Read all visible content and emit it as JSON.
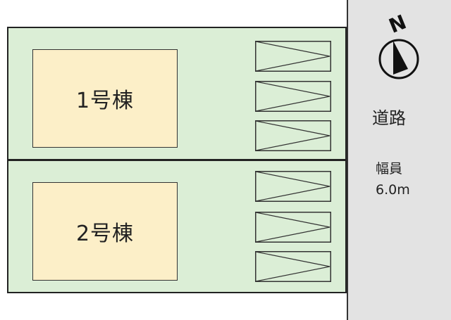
{
  "lots": [
    {
      "building_label": "1号棟",
      "parking_spaces": 3
    },
    {
      "building_label": "2号棟",
      "parking_spaces": 3
    }
  ],
  "road": {
    "label": "道路",
    "width_label": "幅員",
    "width_value": "6.0m"
  },
  "compass": {
    "north_label": "N",
    "icon": "north-arrow-icon"
  },
  "colors": {
    "lot_fill": "#dbeed6",
    "building_fill": "#fcefc8",
    "road_fill": "#e3e3e3"
  }
}
